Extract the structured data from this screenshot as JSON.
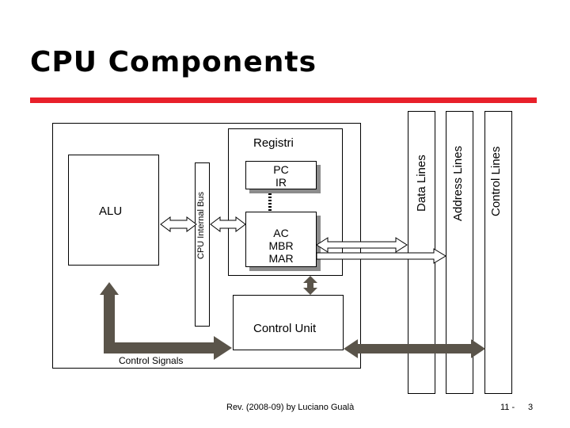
{
  "slide": {
    "title": "CPU Components",
    "registri_label": "Registri",
    "pc_label": "PC",
    "ir_label": "IR",
    "ac_label": "AC",
    "mbr_label": "MBR",
    "mar_label": "MAR",
    "alu_label": "ALU",
    "internal_bus_label": "CPU Internal Bus",
    "control_unit_label": "Control Unit",
    "control_signals_label": "Control Signals",
    "data_lines_label": "Data Lines",
    "address_lines_label": "Address Lines",
    "control_lines_label": "Control Lines"
  },
  "footer": {
    "credit": "Rev. (2008-09) by Luciano Gualà",
    "page_label": "11 -",
    "page_number": "3"
  },
  "colors": {
    "accent_line": "#e8202a",
    "arrow_fill": "#5a544a",
    "shadow": "#8c8c8c"
  }
}
